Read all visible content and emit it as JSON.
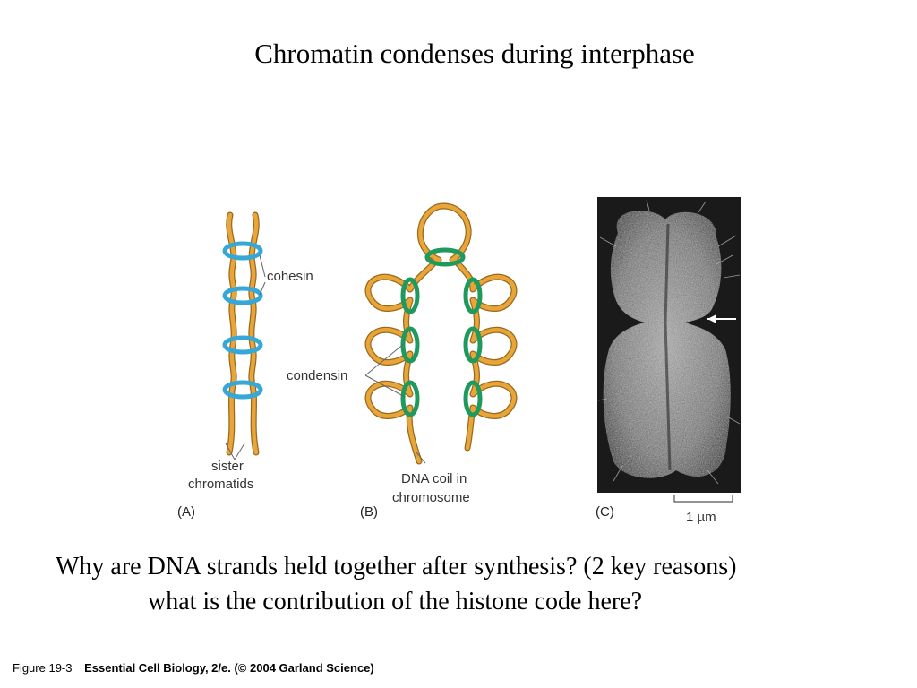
{
  "slide": {
    "title": "Chromatin condenses during interphase",
    "questions": [
      "Why are DNA strands held together after synthesis? (2 key reasons)",
      "what is the contribution of the histone code here?"
    ]
  },
  "figure": {
    "panel_a": {
      "letter": "(A)",
      "cohesin_label": "cohesin",
      "chromatids_label_line1": "sister",
      "chromatids_label_line2": "chromatids"
    },
    "panel_b": {
      "letter": "(B)",
      "condensin_label": "condensin",
      "dna_label_line1": "DNA coil in",
      "dna_label_line2": "chromosome"
    },
    "panel_c": {
      "letter": "(C)",
      "scale_label": "1 µm"
    }
  },
  "credit": {
    "figure_number": "Figure 19-3",
    "source": "Essential Cell Biology, 2/e. (© 2004 Garland Science)"
  },
  "colors": {
    "dna_strand": "#e8a53a",
    "dna_outline": "#9a6a1c",
    "cohesin": "#35a8d8",
    "condensin": "#1f9a5e",
    "micrograph_bg": "#1a1a1a"
  }
}
